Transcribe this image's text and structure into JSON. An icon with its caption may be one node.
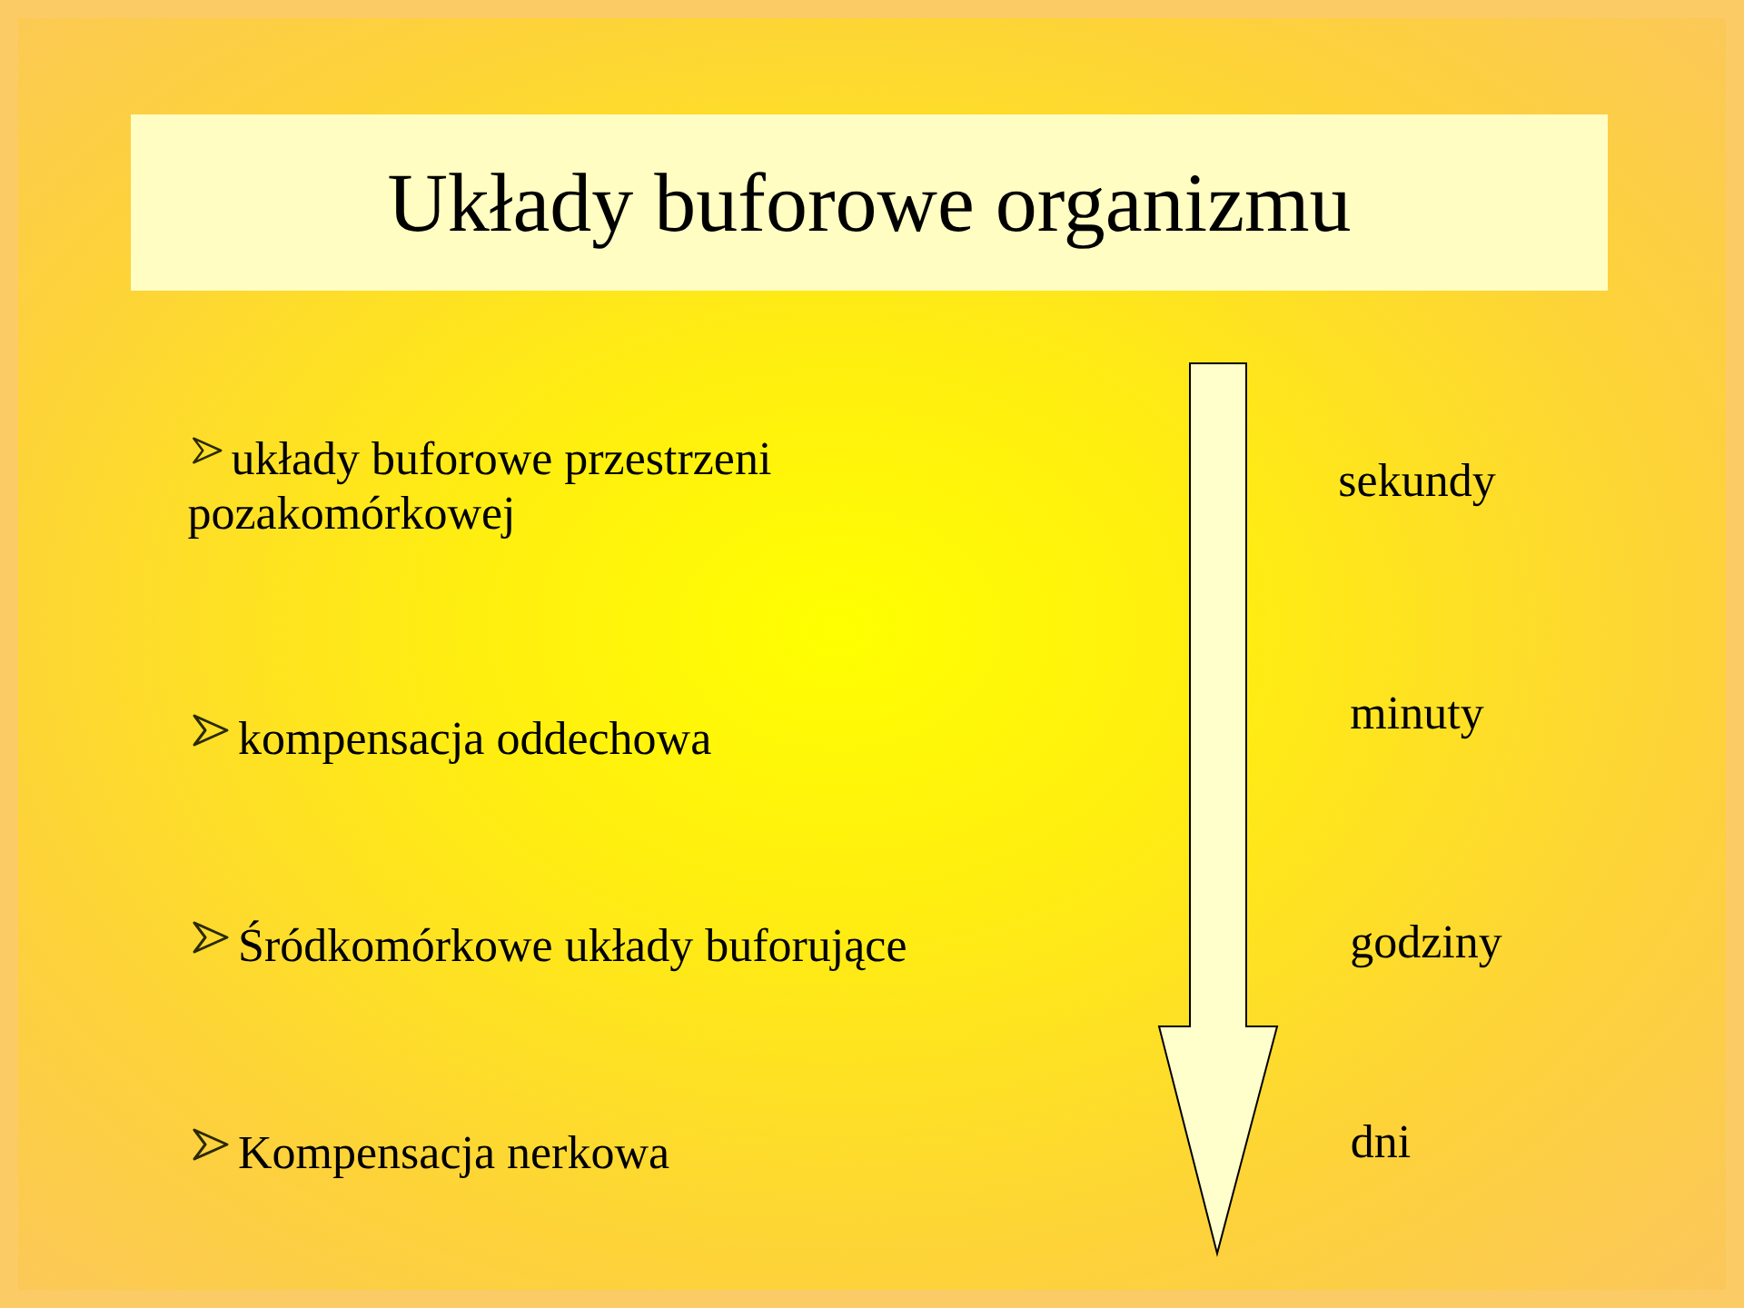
{
  "diagram": {
    "title": "Układy buforowe organizmu",
    "labels": [
      "układy buforowe przestrzeni pozakomórkowej",
      "sekundy",
      "kompensacja oddechowa",
      "minuty",
      "Śródkomórkowe układy buforujące",
      "godziny",
      "Kompensacja nerkowa",
      "dni"
    ]
  }
}
